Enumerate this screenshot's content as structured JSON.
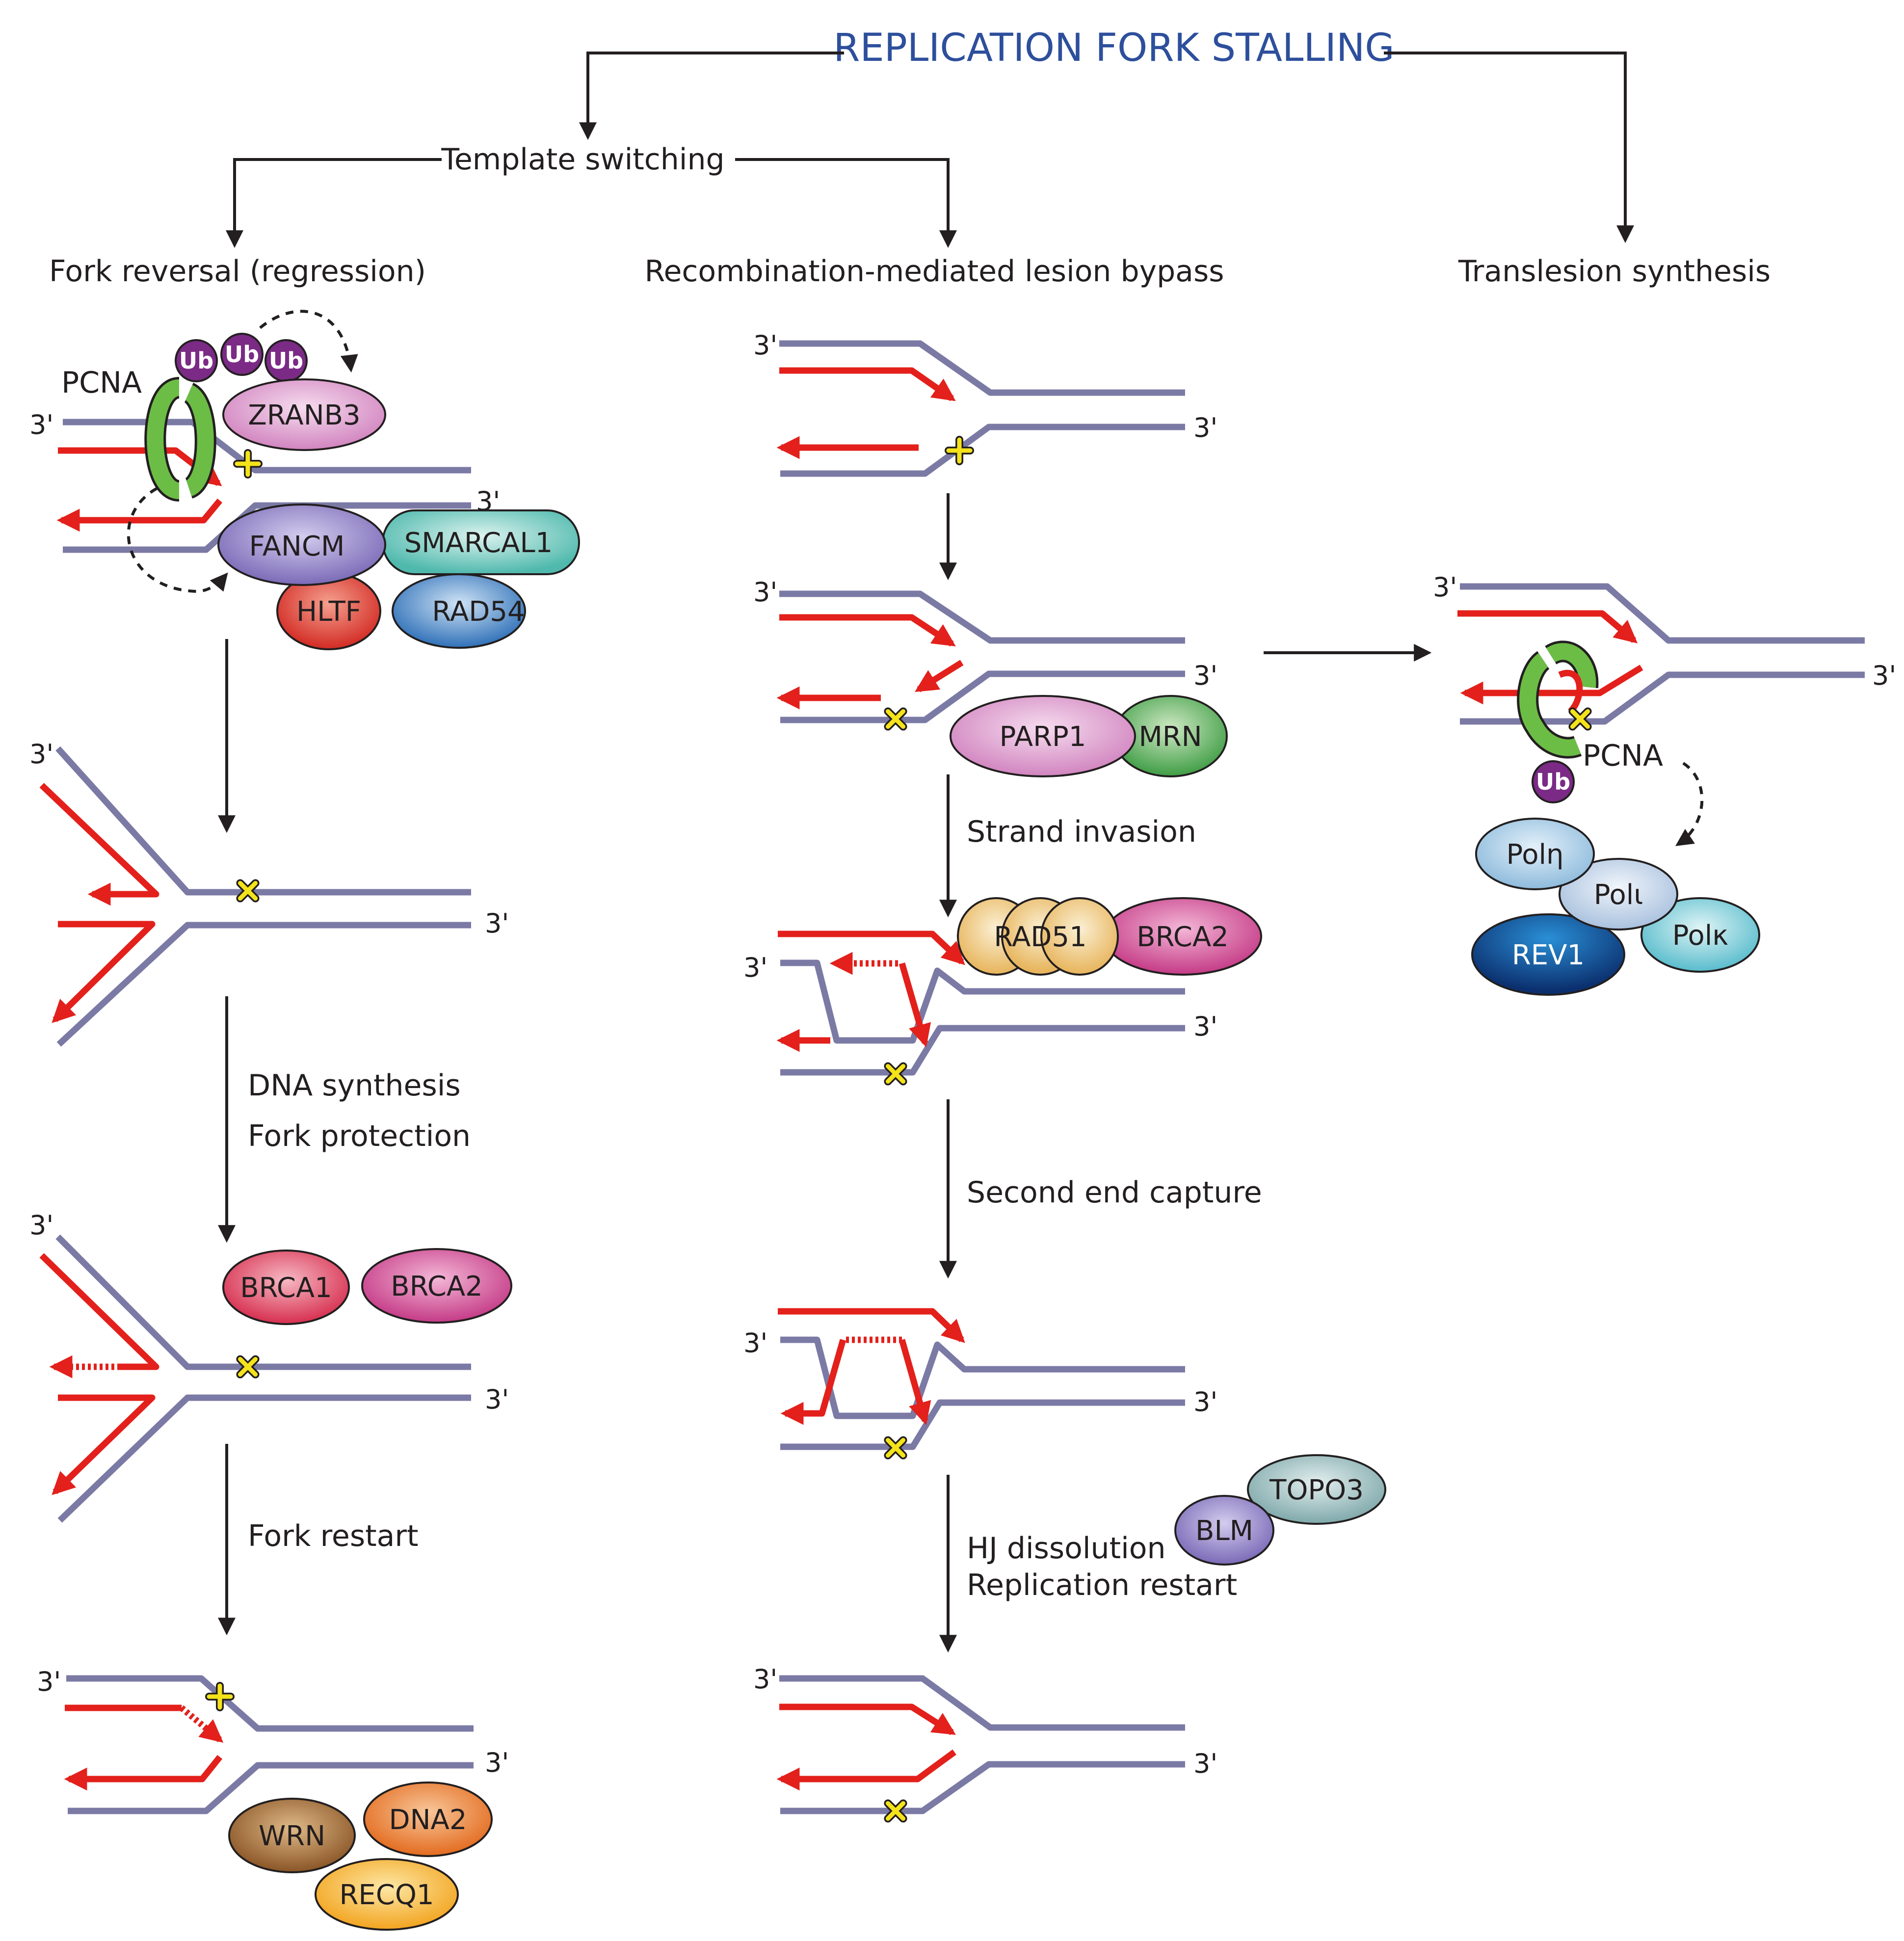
{
  "title": "REPLICATION FORK STALLING",
  "branches": {
    "template_switching": "Template switching",
    "fork_reversal": "Fork reversal (regression)",
    "recombination": "Recombination-mediated lesion bypass",
    "translesion": "Translesion synthesis"
  },
  "steps": {
    "dna_synthesis": "DNA synthesis",
    "fork_protection": "Fork protection",
    "fork_restart": "Fork restart",
    "strand_invasion": "Strand invasion",
    "second_end_capture": "Second end capture",
    "hj_dissolution": "HJ dissolution",
    "replication_restart": "Replication restart"
  },
  "strand_end": "3'",
  "proteins": {
    "pcna": "PCNA",
    "ub": "Ub",
    "zranb3": "ZRANB3",
    "fancm": "FANCM",
    "smarcal1": "SMARCAL1",
    "hltf": "HLTF",
    "rad54": "RAD54",
    "brca1": "BRCA1",
    "brca2": "BRCA2",
    "wrn": "WRN",
    "dna2": "DNA2",
    "recq1": "RECQ1",
    "parp1": "PARP1",
    "mrn": "MRN",
    "rad51": "RAD51",
    "blm": "BLM",
    "topo3": "TOPO3",
    "pol_eta": "Polη",
    "pol_iota": "Polι",
    "pol_kappa": "Polκ",
    "rev1": "REV1"
  },
  "colors": {
    "title": "#2d4f9c",
    "template_strand": "#7b7aa5",
    "nascent_strand": "#e3201b",
    "lesion": "#f4e31a",
    "pcna": "#6cbd45",
    "ubiquitin": "#7b2a86"
  }
}
